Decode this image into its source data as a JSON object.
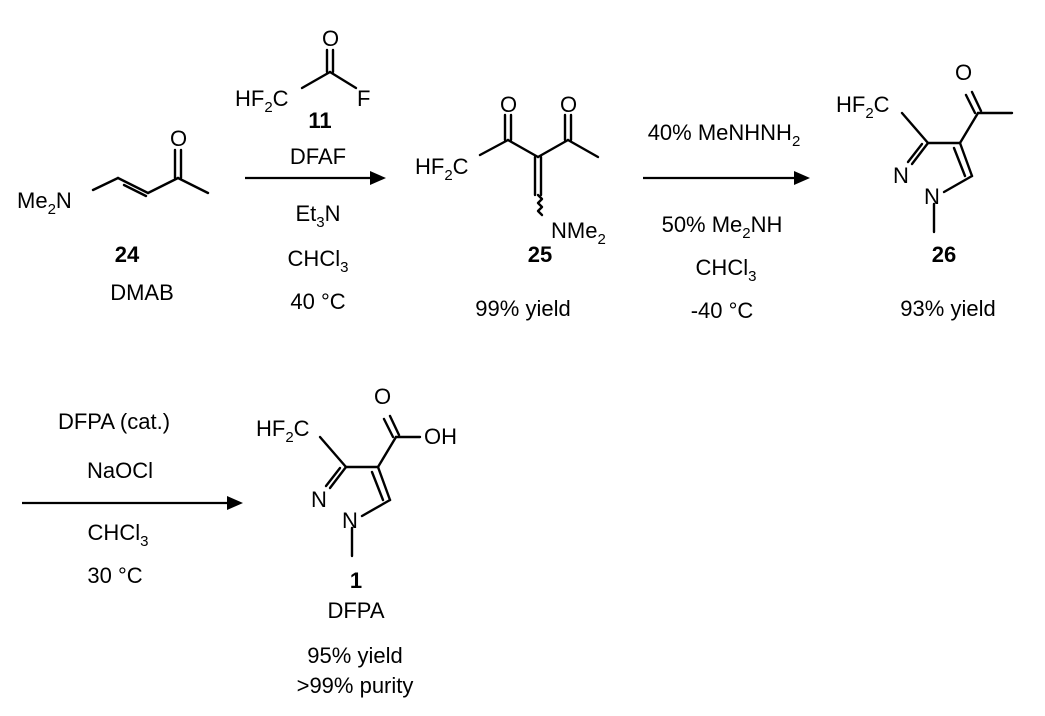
{
  "colors": {
    "compound_name": "#3f4fbf",
    "yield": "#ee3b3b",
    "ink": "#000000"
  },
  "compounds": {
    "c24": {
      "number": "24",
      "name": "DMAB",
      "atom_me2n": "Me",
      "atom_me2n_sub": "2",
      "atom_me2n_tail": "N",
      "atom_o": "O"
    },
    "c11": {
      "number": "11",
      "name": "DFAF",
      "atom_hf2c": "HF",
      "atom_hf2c_sub": "2",
      "atom_hf2c_tail": "C",
      "atom_o": "O",
      "atom_f": "F"
    },
    "c25": {
      "number": "25",
      "yield": "99% yield",
      "atom_hf2c": "HF",
      "atom_hf2c_sub": "2",
      "atom_hf2c_tail": "C",
      "atom_o1": "O",
      "atom_o2": "O",
      "atom_nme2": "NMe",
      "atom_nme2_sub": "2"
    },
    "c26": {
      "number": "26",
      "yield": "93% yield",
      "atom_hf2c": "HF",
      "atom_hf2c_sub": "2",
      "atom_hf2c_tail": "C",
      "atom_o": "O",
      "atom_n1": "N",
      "atom_n2": "N"
    },
    "c1": {
      "number": "1",
      "name": "DFPA",
      "yield": "95% yield",
      "purity": ">99% purity",
      "atom_hf2c": "HF",
      "atom_hf2c_sub": "2",
      "atom_hf2c_tail": "C",
      "atom_o": "O",
      "atom_oh": "OH",
      "atom_n1": "N",
      "atom_n2": "N"
    }
  },
  "steps": {
    "step1": {
      "reagent_et3n": "Et",
      "reagent_et3n_sub": "3",
      "reagent_et3n_tail": "N",
      "solvent": "CHCl",
      "solvent_sub": "3",
      "temperature": "40 °C"
    },
    "step2": {
      "reagent1": "40% MeNHNH",
      "reagent1_sub": "2",
      "reagent2": "50% Me",
      "reagent2_sub": "2",
      "reagent2_tail": "NH",
      "solvent": "CHCl",
      "solvent_sub": "3",
      "temperature": "-40 °C"
    },
    "step3": {
      "catalyst": "DFPA (cat.)",
      "oxidant": "NaOCl",
      "solvent": "CHCl",
      "solvent_sub": "3",
      "temperature": "30 °C"
    }
  }
}
